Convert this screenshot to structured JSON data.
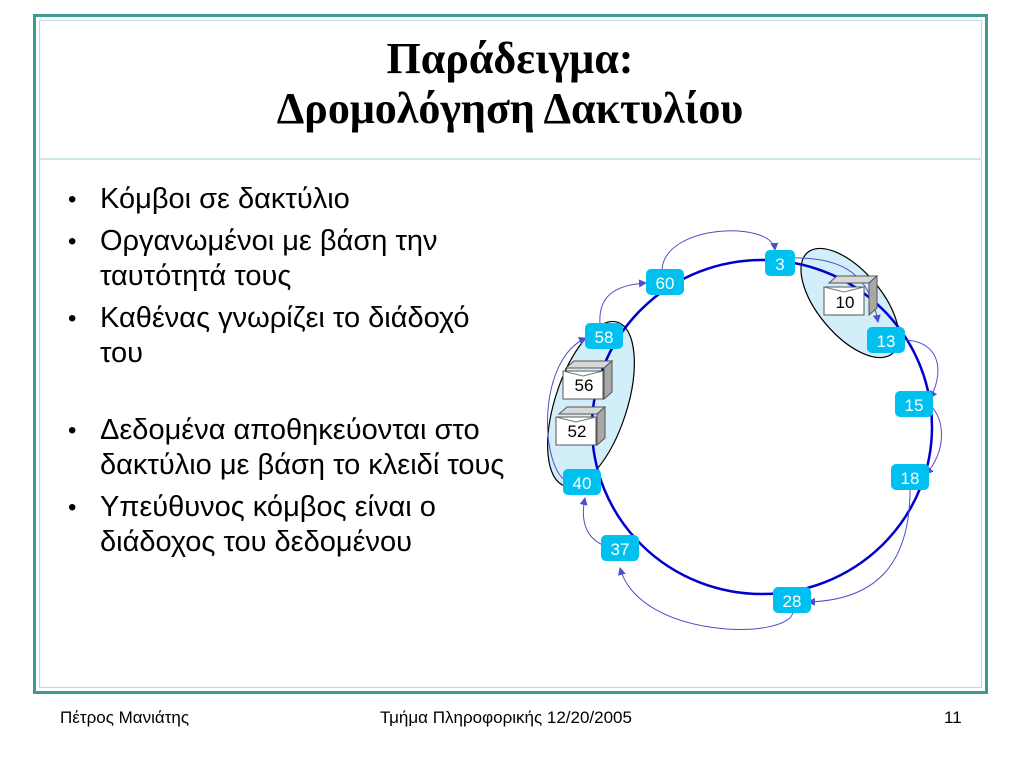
{
  "slide": {
    "title_line1": "Παράδειγμα:",
    "title_line2": "Δρομολόγηση Δακτυλίου",
    "bullets": [
      "Κόμβοι σε δακτύλιο",
      "Οργανωμένοι με βάση την ταυτότητά τους",
      "Καθένας γνωρίζει το διάδοχό του",
      "Δεδομένα αποθηκεύονται στο δακτύλιο με βάση το κλειδί τους",
      "Υπεύθυνος κόμβος είναι ο διάδοχος του δεδομένου"
    ],
    "bullet_symbol": "•"
  },
  "diagram": {
    "nodes": [
      "3",
      "13",
      "15",
      "18",
      "28",
      "37",
      "40",
      "58",
      "60"
    ],
    "keys": [
      "10",
      "56",
      "52"
    ],
    "colors": {
      "ring": "#0000cc",
      "node_fill": "#00c0f0",
      "node_text": "#ffffff",
      "group_fill": "#d2eef8",
      "arrow": "#4f4fc8"
    }
  },
  "footer": {
    "author": "Πέτρος Μανιάτης",
    "dept_date": "Τμήμα Πληροφορικής 12/20/2005",
    "page": "11"
  }
}
